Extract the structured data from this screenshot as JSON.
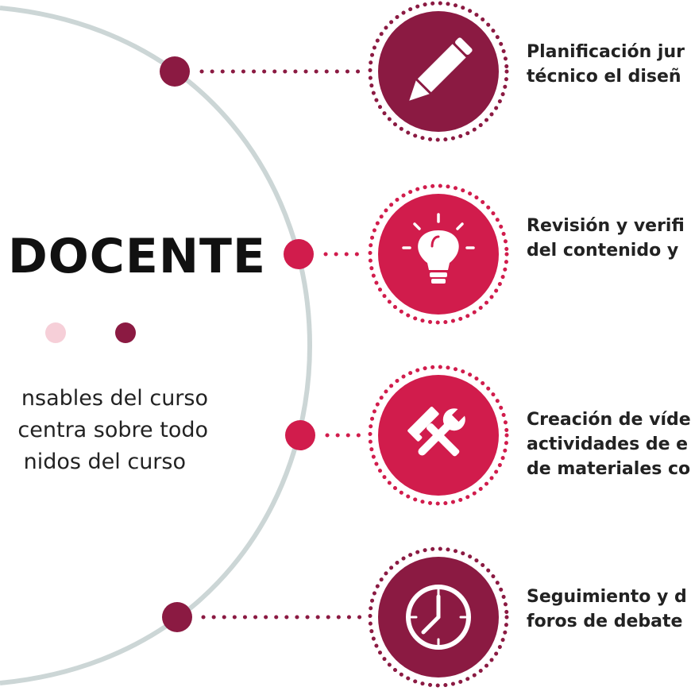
{
  "title": "DOCENTE",
  "subtitle_lines": [
    "nsables del curso",
    "centra sobre todo",
    "nidos del curso"
  ],
  "colors": {
    "maroon": "#8b1a42",
    "crimson": "#d11c4c",
    "pink_light": "#f6cfd8",
    "arc": "#ccd6d6",
    "text": "#222222"
  },
  "steps": [
    {
      "icon": "pencil-icon",
      "color": "maroon",
      "lines": [
        "Planificación jur",
        "técnico el diseñ"
      ]
    },
    {
      "icon": "lightbulb-icon",
      "color": "crimson",
      "lines": [
        "Revisión y verifi",
        "del contenido y"
      ]
    },
    {
      "icon": "tools-icon",
      "color": "crimson",
      "lines": [
        "Creación de víde",
        "actividades de e",
        "de materiales co"
      ]
    },
    {
      "icon": "clock-icon",
      "color": "maroon",
      "lines": [
        "Seguimiento y d",
        "foros de debate"
      ]
    }
  ]
}
